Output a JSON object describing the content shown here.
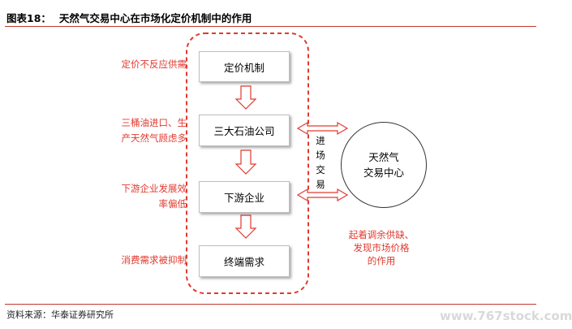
{
  "figure": {
    "label": "图表18：",
    "description": "天然气交易中心在市场化定价机制中的作用"
  },
  "source": "资料来源：华泰证券研究所",
  "watermark": "www.767stock.com",
  "chain": [
    {
      "text": "定价机制"
    },
    {
      "text": "三大石油公司"
    },
    {
      "text": "下游企业"
    },
    {
      "text": "终端需求"
    }
  ],
  "side_labels": [
    [
      "定价不反应供需"
    ],
    [
      "三桶油进口、生",
      "产天然气顾虑多"
    ],
    [
      "下游企业发展效",
      "率偏低"
    ],
    [
      "消费需求被抑制"
    ]
  ],
  "trade_label": [
    "进",
    "场",
    "交",
    "易"
  ],
  "center": [
    "天然气",
    "交易中心"
  ],
  "center_note": [
    "起着调余供缺、",
    "发现市场价格",
    "的作用"
  ],
  "colors": {
    "accent_red": "#e03a2f",
    "rule_red": "#c0392b",
    "dash_red": "#e03a2f"
  }
}
